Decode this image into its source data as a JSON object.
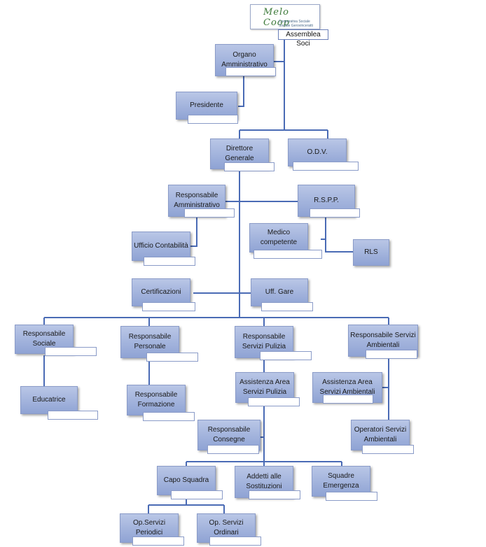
{
  "logo": {
    "word": "Melo Coop",
    "line1": "Cooperativa Sociale",
    "line2": "Sociale Gerovinceratti"
  },
  "nodes": {
    "assemblea": "Assemblea Soci",
    "organo": "Organo Amministrativo",
    "presidente": "Presidente",
    "direttore": "Direttore Generale",
    "odv": "O.D.V.",
    "resp_amm": "Responsabile Amministrativo",
    "rspp": "R.S.P.P.",
    "medico": "Medico competente",
    "rls": "RLS",
    "uff_cont": "Ufficio Contabilità",
    "certificazioni": "Certificazioni",
    "uff_gare": "Uff. Gare",
    "resp_sociale": "Responsabile Sociale",
    "resp_personale": "Responsabile Personale",
    "resp_pulizia": "Responsabile Servizi Pulizia",
    "resp_ambientali": "Responsabile Servizi Ambientali",
    "educatrice": "Educatrice",
    "resp_formazione": "Responsabile Formazione",
    "ass_pulizia": "Assistenza Area Servizi Pulizia",
    "ass_ambientali": "Assistenza Area Servizi Ambientali",
    "resp_consegne": "Responsabile Consegne",
    "operatori_amb": "Operatori Servizi Ambientali",
    "capo_squadra": "Capo Squadra",
    "addetti": "Addetti alle Sostituzioni",
    "squadre": "Squadre Emergenza",
    "op_periodici": "Op.Servizi Periodici",
    "op_ordinari": "Op. Servizi Ordinari"
  }
}
